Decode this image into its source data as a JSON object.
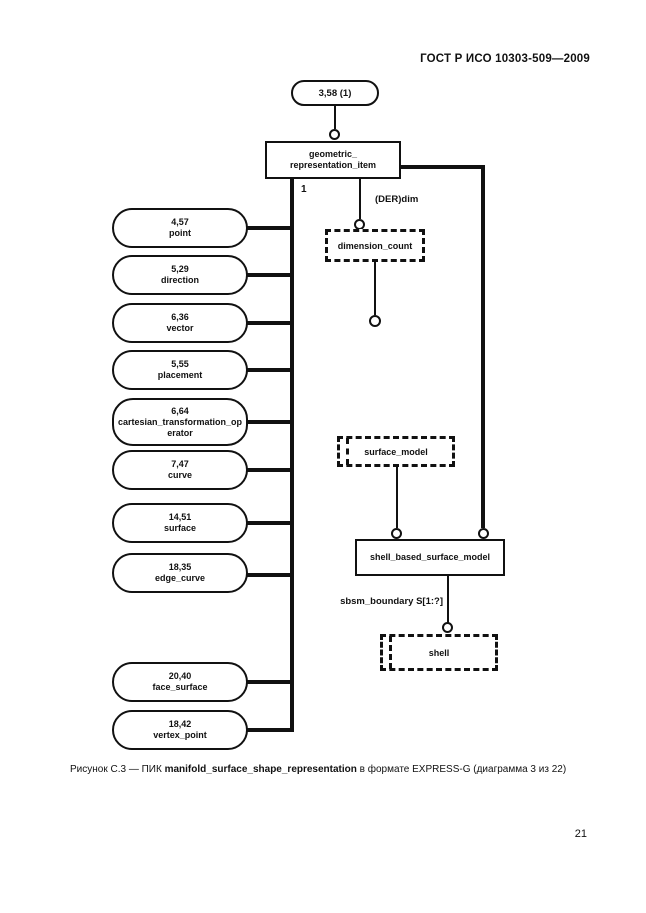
{
  "page": {
    "header": "ГОСТ Р ИСО 10303-509—2009",
    "page_number": "21",
    "caption": {
      "prefix": "Рисунок С.3 — ПИК ",
      "entity": "manifold_surface_shape_representation",
      "suffix": " в формате EXPRESS-G (диаграмма 3 из 22)"
    }
  },
  "diagram": {
    "page_ref_oval": "3,58 (1)",
    "root_box": {
      "line1": "geometric_",
      "line2": "representation_item"
    },
    "supertype_label": "1",
    "der_label": "(DER)dim",
    "dimension_count_label": "dimension_count",
    "surface_model_label": "surface_model",
    "sbsm_label": "shell_based_surface_model",
    "sbsm_attr_label": "sbsm_boundary S[1:?]",
    "shell_label": "shell",
    "ovals": [
      {
        "ref": "4,57",
        "name": "point"
      },
      {
        "ref": "5,29",
        "name": "direction"
      },
      {
        "ref": "6,36",
        "name": "vector"
      },
      {
        "ref": "5,55",
        "name": "placement"
      },
      {
        "ref": "6,64",
        "name": "cartesian_transformation_operator"
      },
      {
        "ref": "7,47",
        "name": "curve"
      },
      {
        "ref": "14,51",
        "name": "surface"
      },
      {
        "ref": "18,35",
        "name": "edge_curve"
      },
      {
        "ref": "20,40",
        "name": "face_surface"
      },
      {
        "ref": "18,42",
        "name": "vertex_point"
      }
    ]
  }
}
